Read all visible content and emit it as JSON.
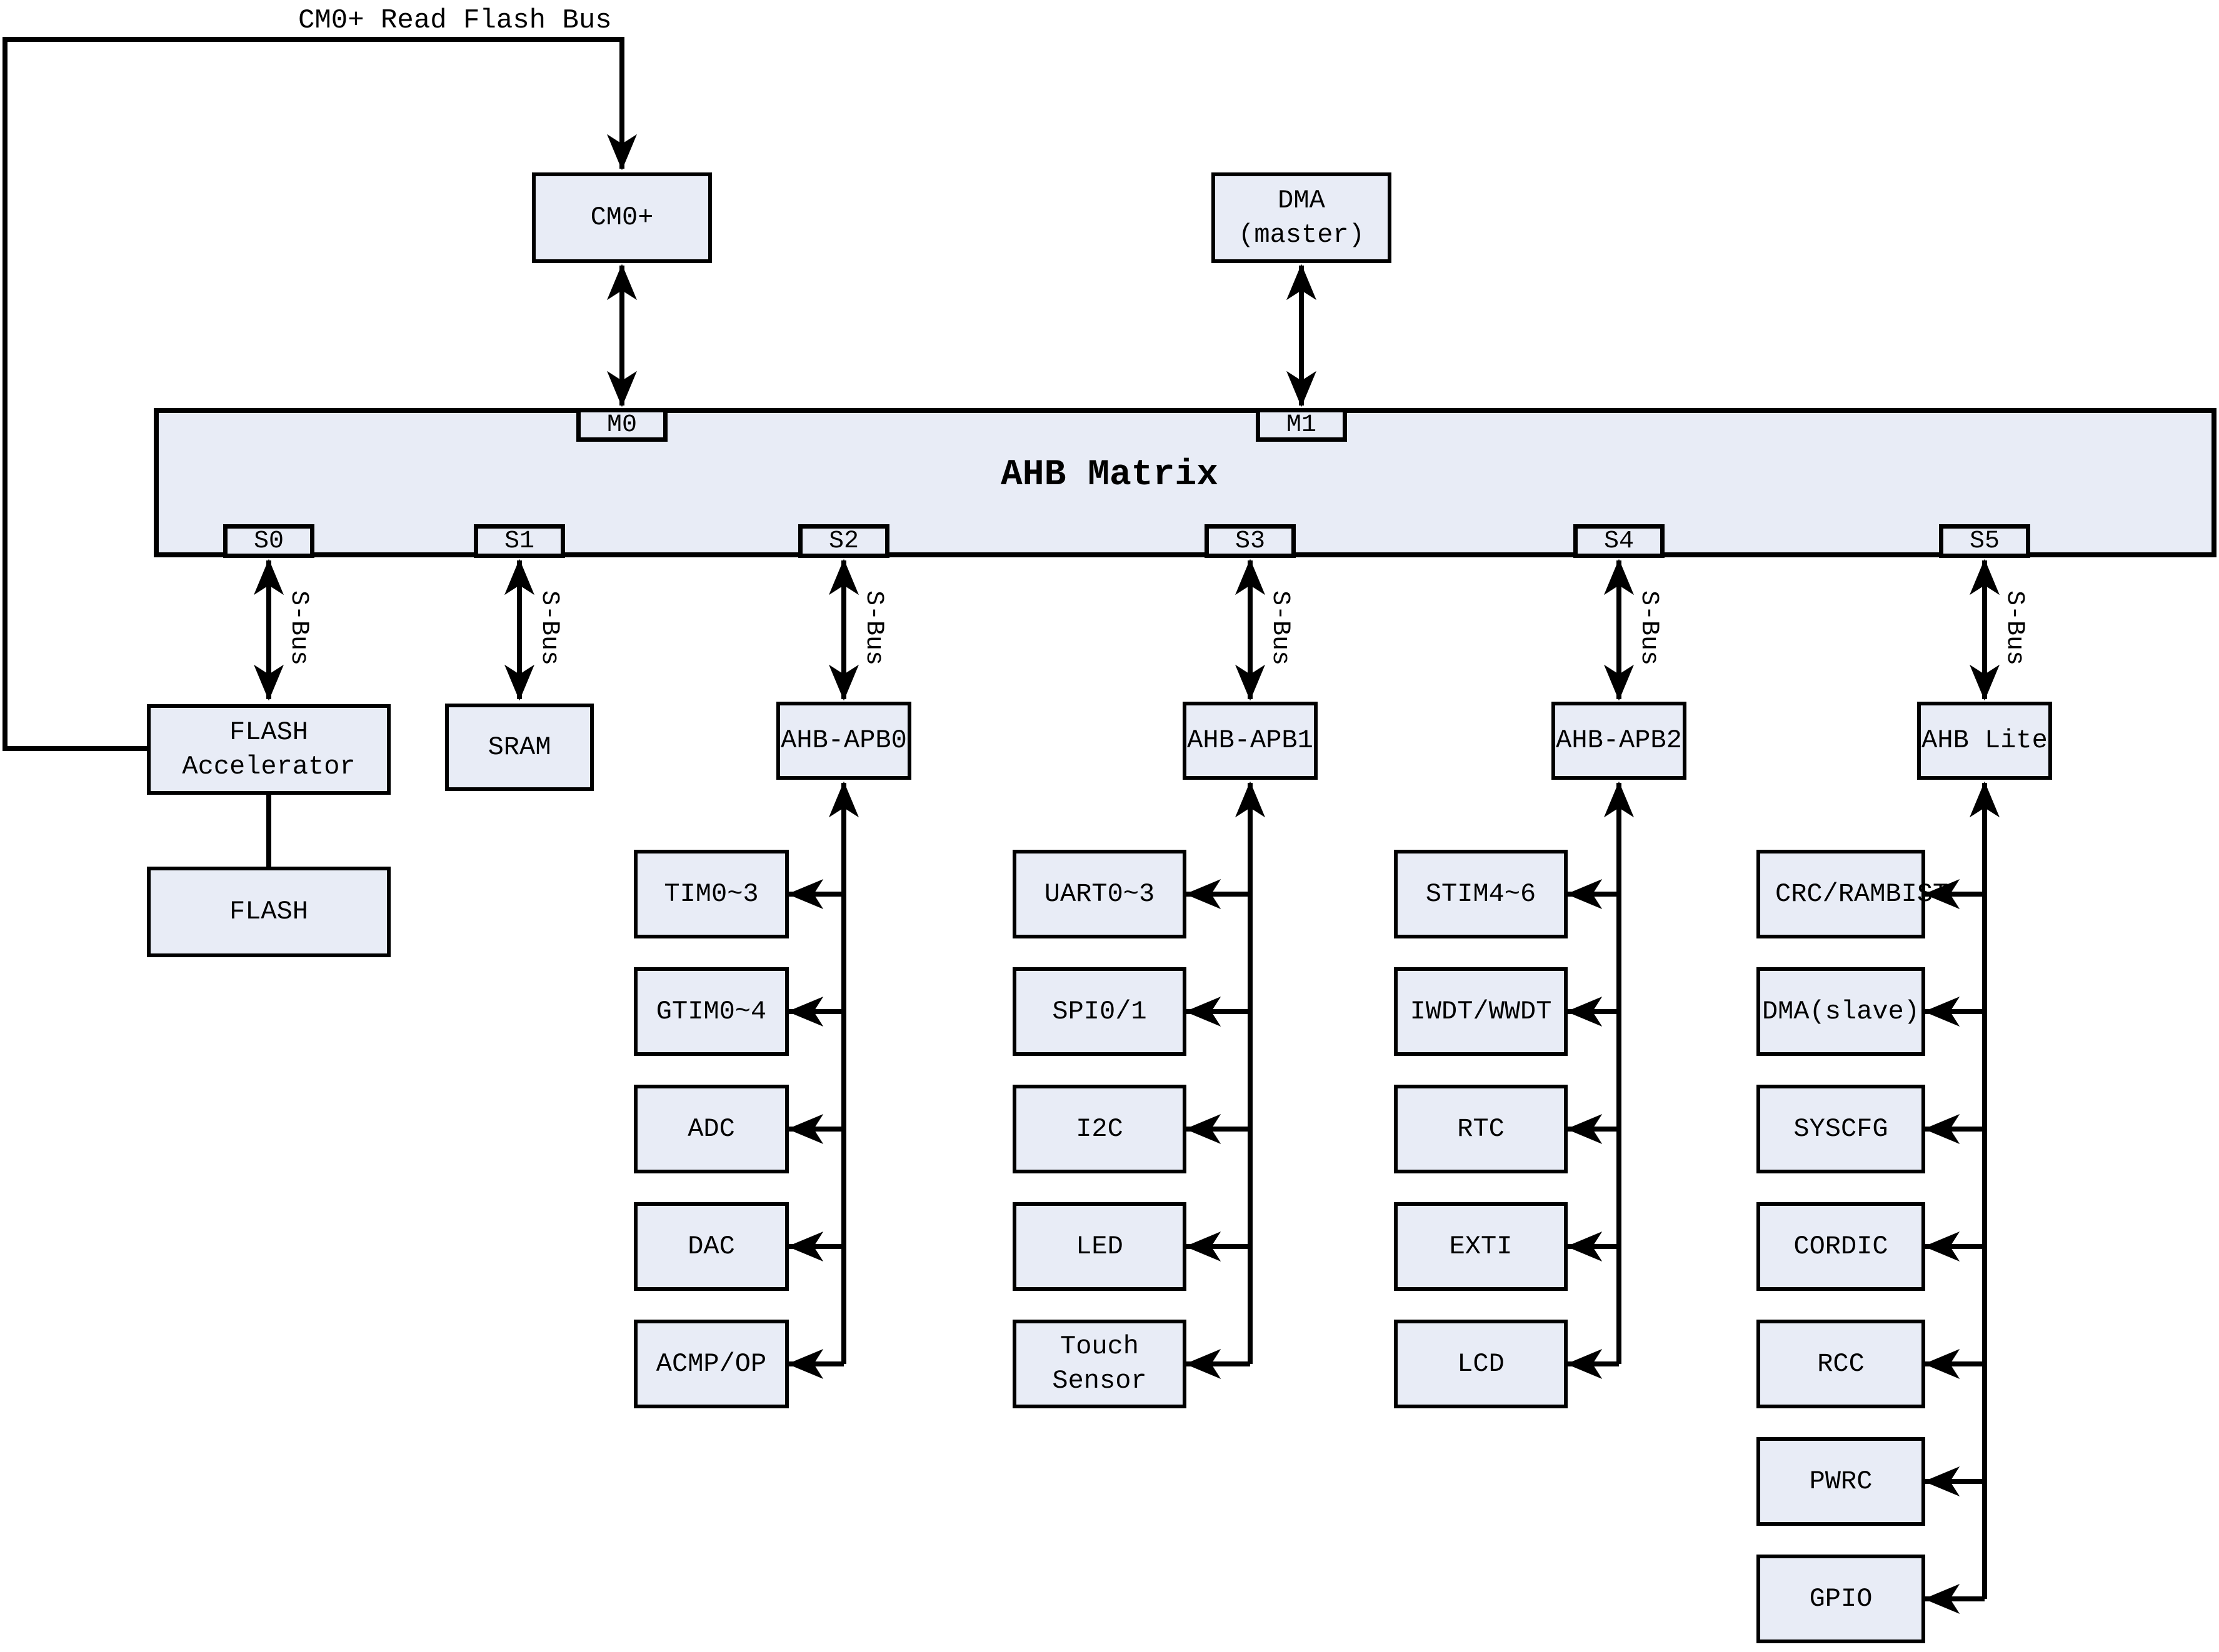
{
  "colors": {
    "box_fill": "#e8ecf6",
    "line": "#000000",
    "background": "#ffffff",
    "text": "#000000"
  },
  "top_bus": {
    "label": "CM0+ Read Flash Bus"
  },
  "masters": {
    "cm0": {
      "label": "CM0+"
    },
    "dma": {
      "line1": "DMA",
      "line2": "(master)"
    }
  },
  "matrix": {
    "title": "AHB Matrix",
    "master_ports": [
      {
        "label": "M0"
      },
      {
        "label": "M1"
      }
    ],
    "slave_ports": [
      {
        "label": "S0"
      },
      {
        "label": "S1"
      },
      {
        "label": "S2"
      },
      {
        "label": "S3"
      },
      {
        "label": "S4"
      },
      {
        "label": "S5"
      }
    ]
  },
  "s_bus": {
    "label": "S-Bus"
  },
  "memories": {
    "flash_accelerator": {
      "line1": "FLASH",
      "line2": "Accelerator"
    },
    "flash": {
      "label": "FLASH"
    },
    "sram": {
      "label": "SRAM"
    }
  },
  "columns": [
    {
      "bridge": "AHB-APB0",
      "peripherals": [
        {
          "label": "TIM0~3"
        },
        {
          "label": "GTIM0~4"
        },
        {
          "label": "ADC"
        },
        {
          "label": "DAC"
        },
        {
          "label": "ACMP/OP"
        }
      ]
    },
    {
      "bridge": "AHB-APB1",
      "peripherals": [
        {
          "label": "UART0~3"
        },
        {
          "label": "SPI0/1"
        },
        {
          "label": "I2C"
        },
        {
          "label": "LED"
        },
        {
          "label": "Touch Sensor"
        }
      ]
    },
    {
      "bridge": "AHB-APB2",
      "peripherals": [
        {
          "label": "STIM4~6"
        },
        {
          "label": "IWDT/WWDT"
        },
        {
          "label": "RTC"
        },
        {
          "label": "EXTI"
        },
        {
          "label": "LCD"
        }
      ]
    },
    {
      "bridge": "AHB Lite",
      "peripherals": [
        {
          "label": "CRC/RAMBIST"
        },
        {
          "label": "DMA(slave)"
        },
        {
          "label": "SYSCFG"
        },
        {
          "label": "CORDIC"
        },
        {
          "label": "RCC"
        },
        {
          "label": "PWRC"
        },
        {
          "label": "GPIO"
        }
      ]
    }
  ]
}
